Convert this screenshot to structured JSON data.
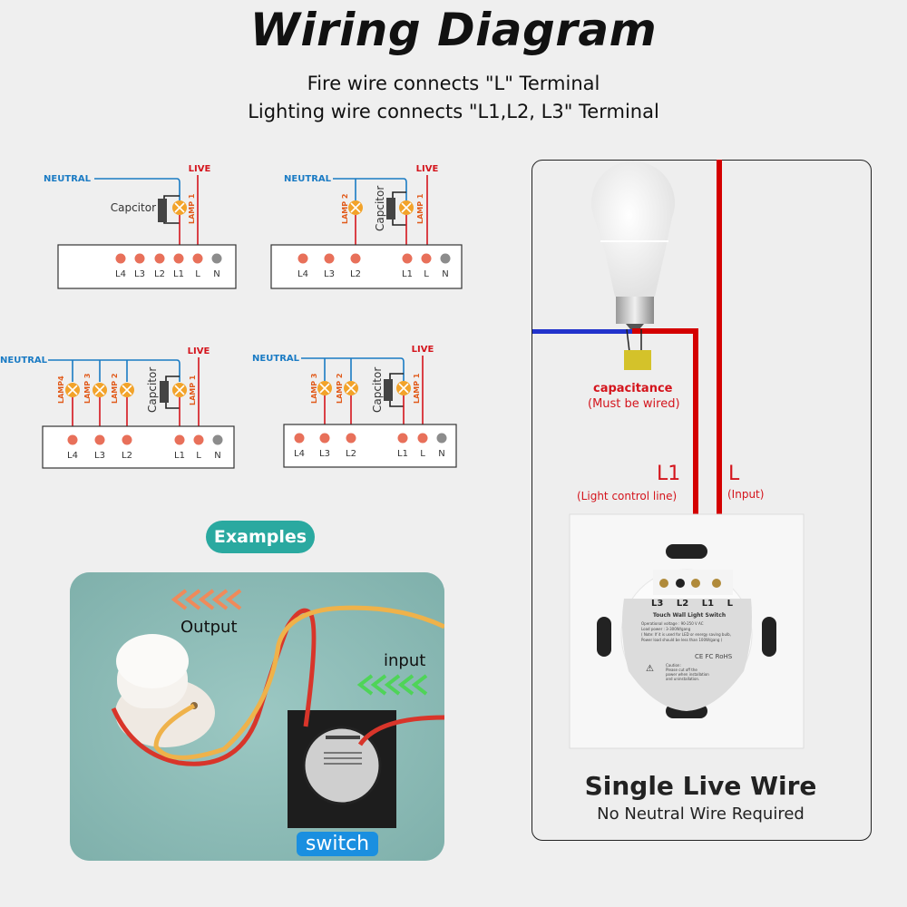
{
  "header": {
    "title": "Wiring Diagram",
    "line1": "Fire wire connects \"L\" Terminal",
    "line2": "Lighting wire connects \"L1,L2, L3\" Terminal"
  },
  "diagrams": {
    "neutral_label": "NEUTRAL",
    "live_label": "LIVE",
    "capacitor_label": "Capcitor",
    "terminals": [
      "L4",
      "L3",
      "L2",
      "L1",
      "L",
      "N"
    ],
    "items": [
      {
        "gang": 1,
        "lamps": [
          "LAMP 1"
        ]
      },
      {
        "gang": 2,
        "lamps": [
          "LAMP 1",
          "LAMP 2"
        ]
      },
      {
        "gang": 4,
        "lamps": [
          "LAMP 1",
          "LAMP 2",
          "LAMP 3",
          "LAMP4"
        ]
      },
      {
        "gang": 3,
        "lamps": [
          "LAMP 1",
          "LAMP 2",
          "LAMP 3"
        ]
      }
    ]
  },
  "examples": {
    "badge": "Examples",
    "output_label": "Output",
    "input_label": "input",
    "switch_label": "switch"
  },
  "panel": {
    "capacitance_label": "capacitance",
    "capacitance_note": "(Must be wired)",
    "l1_label": "L1",
    "l1_note": "(Light control line)",
    "l_label": "L",
    "l_note": "(Input)",
    "switch_terminals": [
      "L3",
      "L2",
      "L1",
      "L"
    ],
    "switch_label_title": "Touch Wall Light Switch",
    "switch_specs": [
      "Operational voltage : 90-250 V AC",
      "Load power : 3-300W/gang",
      "( Note: If it is used for LED or energy saving bulb,",
      "Power load should be less than 100W/gang )"
    ],
    "certifications": "CE FC RoHS",
    "caution": [
      "Caution:",
      "Please cut off the",
      "power when installation",
      "and uninstallation."
    ],
    "title": "Single Live Wire",
    "subtitle": "No Neutral Wire Required"
  },
  "colors": {
    "live": "#d4141c",
    "neutral": "#1a7bc4",
    "terminal": "#e8705a",
    "terminal_n": "#8c8c8c",
    "lamp": "#f2a32a",
    "accent_teal": "#2aa9a0",
    "accent_blue": "#1a8fe0"
  }
}
